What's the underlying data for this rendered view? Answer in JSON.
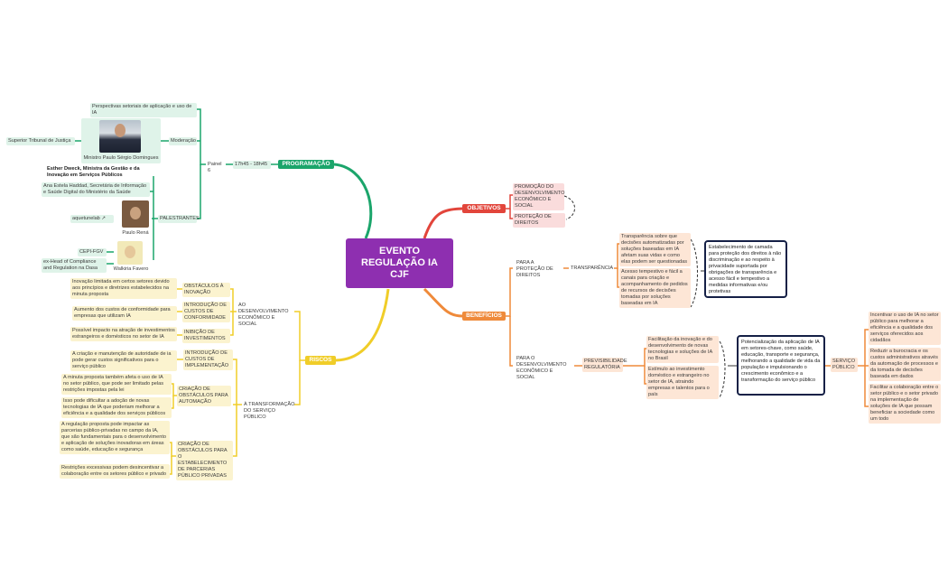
{
  "center": {
    "title": "EVENTO REGULAÇÃO IA CJF"
  },
  "colors": {
    "center": "#8e2fb0",
    "programacao": "#1ba56b",
    "objetivos": "#e2453b",
    "beneficios": "#ef8a3a",
    "riscos": "#f0cd28",
    "boxed_border": "#152046"
  },
  "programacao": {
    "label": "PROGRAMAÇÃO",
    "time": "17h45 - 18h45",
    "painel": "Painel 6",
    "perspectivas": "Perspectivas setoriais de aplicação e uso de IA",
    "moderacao": "Moderação",
    "moderador_caption": "Ministro Paulo Sérgio Domingues",
    "stj": "Superior Tribunal de Justiça",
    "palestrantes": "PALESTRANTES",
    "esther": "Esther Dweck, Ministra da Gestão e da Inovação em Serviços Públicos",
    "ana": "Ana Estela Haddad, Secretária de Informação e Saúde Digital do Ministério da Saúde",
    "link": "aquetunelab",
    "paulo_rena": "Paulo Rená",
    "cepi": "CEPI-FGV",
    "exhead": "ex-Head of Compliance and Regulation na Dasa",
    "walkiria": "Walkiria Favero"
  },
  "objetivos": {
    "label": "OBJETIVOS",
    "items": [
      "PROMOÇÃO DO DESENVOLVIMENTO ECONÔMICO E SOCIAL",
      "PROTEÇÃO DE DIREITOS"
    ]
  },
  "beneficios": {
    "label": "BENEFÍCIOS",
    "protecao": "PARA A PROTEÇÃO DE DIREITOS",
    "transparencia": "TRANSPARÊNCIA",
    "transp_items": [
      "Transparência sobre que decisões automatizadas por soluções baseadas em IA afetam suas vidas e como elas podem ser questionadas",
      "Acesso tempestivo e fácil a canais para criação e acompanhamento de pedidos de recursos de decisões tomadas por soluções baseadas em IA"
    ],
    "transp_box": "Estabelecimento de camada para proteção dos direitos à não discriminação e ao respeito à privacidade suportada por obrigações de transparência e acesso fácil e tempestivo a medidas informativas e/ou protetivas",
    "desenvolvimento": "PARA O DESENVOLVIMENTO ECONÔMICO E SOCIAL",
    "previsibilidade": "PREVISIBILIDADE REGULATÓRIA",
    "prev_items": [
      "Facilitação da inovação e do desenvolvimento de novas tecnologias e soluções de IA no Brasil",
      "Estímulo ao investimento doméstico e estrangeiro no setor de IA, atraindo empresas e talentos para o país"
    ],
    "prev_box": "Potencialização da aplicação de IA em setores-chave, como saúde, educação, transporte e segurança, melhorando a qualidade de vida da população e impulsionando o crescimento econômico e a transformação do serviço público",
    "servico": "SERVIÇO PÚBLICO",
    "servico_items": [
      "Incentivar o uso de IA no setor público para melhorar a eficiência e a qualidade dos serviços oferecidos aos cidadãos",
      "Reduzir a burocracia e os custos administrativos através da automação de processos e da tomada de decisões baseada em dados",
      "Facilitar a colaboração entre o setor público e o setor privado na implementação de soluções de IA que possam beneficiar a sociedade como um todo"
    ]
  },
  "riscos": {
    "label": "RISCOS",
    "ao_desenv": "AO DESENVOLVIMENTO ECONÔMICO E SOCIAL",
    "obstaculos": "OBSTÁCULOS À INOVAÇÃO",
    "obstaculos_text": "Inovação limitada em certos setores devido aos princípios e diretrizes estabelecidos na minuta proposta",
    "custos": "INTRODUÇÃO DE CUSTOS DE CONFORMIDADE",
    "custos_text": "Aumento dos custos de conformidade para empresas que utilizam IA",
    "inibicao": "INIBIÇÃO DE INVESTIMENTOS",
    "inibicao_text": "Possível impacto na atração de investimentos estrangeiros e domésticos no setor de IA",
    "transformacao": "À TRANSFORMAÇÃO DO SERVIÇO PÚBLICO",
    "custos_impl": "INTRODUÇÃO DE CUSTOS DE IMPLEMENTAÇÃO",
    "custos_impl_text": "A criação e manutenção de autoridade de ia pode gerar custos significativos para o serviço público",
    "automacao": "CRIAÇÃO DE OBSTÁCULOS PARA AUTOMAÇÃO",
    "automacao_items": [
      "A minuta proposta também afeta o uso de IA no setor público, que pode ser limitado pelas restrições impostas pela lei",
      "Isso pode dificultar a adoção de novas tecnologias de IA que poderiam melhorar a eficiência e a qualidade dos serviços públicos"
    ],
    "parcerias": "CRIAÇÃO DE OBSTÁCULOS PARA O ESTABELECIMENTO DE PARCERIAS PÚBLICO PRIVADAS",
    "parcerias_items": [
      "A regulação proposta pode impactar as parcerias público-privadas no campo da IA, que são fundamentais para o desenvolvimento e aplicação de soluções inovadoras em áreas como saúde, educação e segurança",
      "Restrições excessivas podem desincentivar a colaboração entre os setores público e privado"
    ]
  }
}
